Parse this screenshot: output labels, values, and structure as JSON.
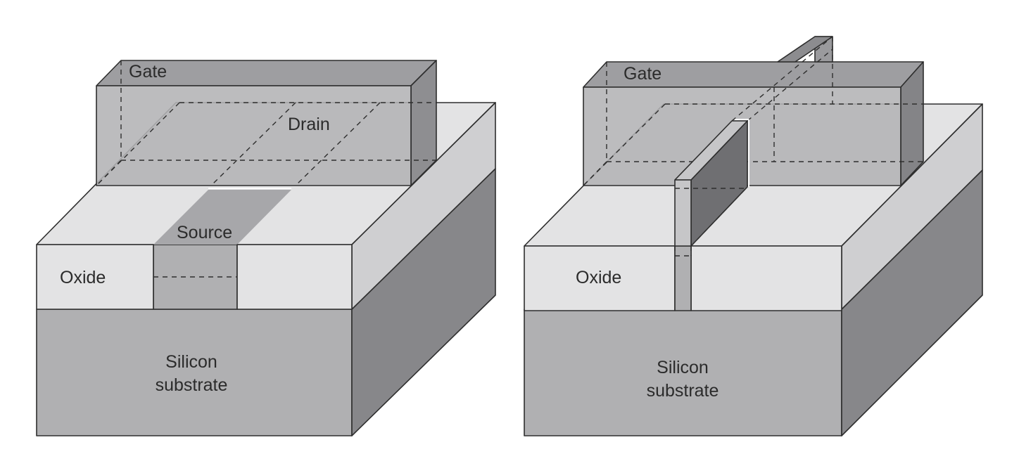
{
  "left": {
    "gate_label": "Gate",
    "drain_label": "Drain",
    "source_label": "Source",
    "oxide_label": "Oxide",
    "substrate_line1": "Silicon",
    "substrate_line2": "substrate"
  },
  "right": {
    "gate_label": "Gate",
    "oxide_label": "Oxide",
    "substrate_line1": "Silicon",
    "substrate_line2": "substrate"
  },
  "colors": {
    "oxide_top": "#e3e3e4",
    "oxide_right": "#cfcfd1",
    "substrate_front": "#b0b0b2",
    "substrate_right": "#87878a",
    "gate": "#b3b3b5",
    "fin": "#8c8c8f"
  }
}
